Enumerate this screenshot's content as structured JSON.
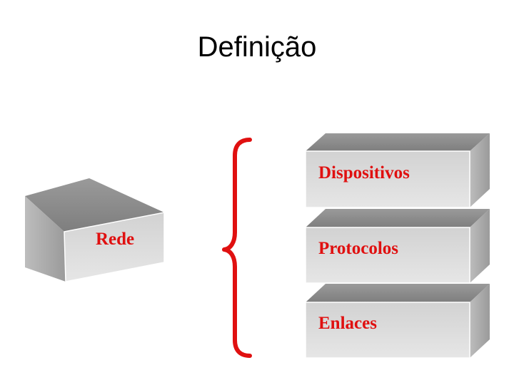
{
  "title": "Definição",
  "main_box": {
    "label": "Rede"
  },
  "components": [
    {
      "label": "Dispositivos"
    },
    {
      "label": "Protocolos"
    },
    {
      "label": "Enlaces"
    }
  ],
  "colors": {
    "label_text": "#e01010",
    "brace": "#e01010",
    "box_front": "#d9d9d9",
    "box_top": "#8c8c8c",
    "box_side": "#a6a6a6"
  }
}
